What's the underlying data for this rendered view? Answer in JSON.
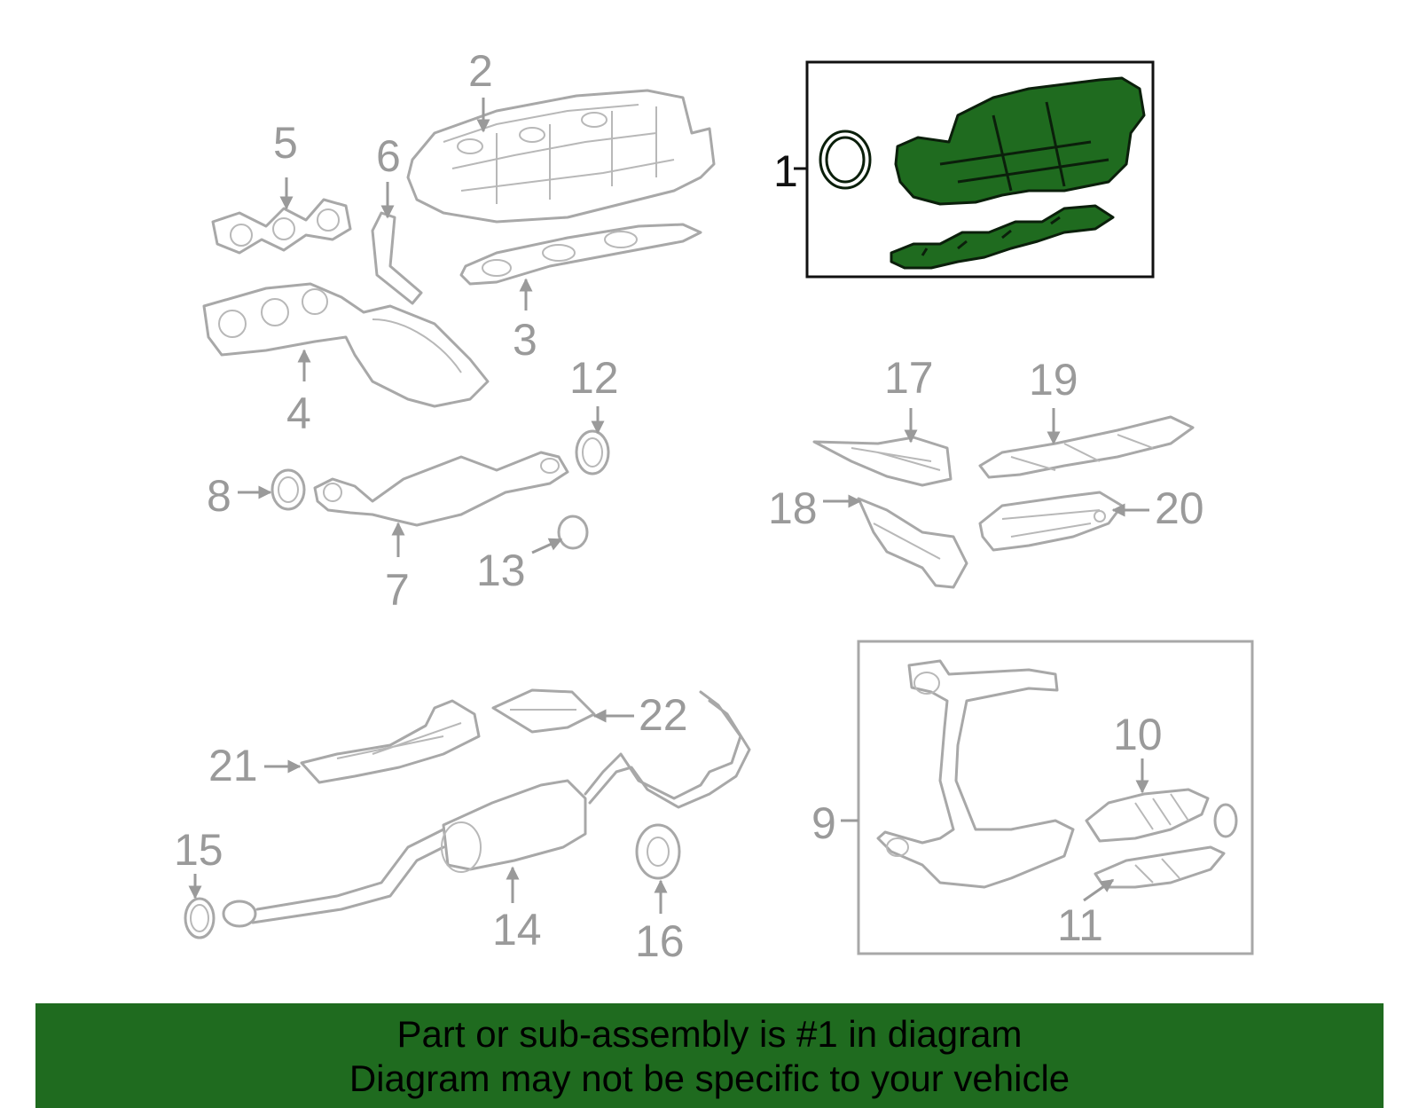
{
  "callouts": {
    "c1": "1",
    "c2": "2",
    "c3": "3",
    "c4": "4",
    "c5": "5",
    "c6": "6",
    "c7": "7",
    "c8": "8",
    "c9": "9",
    "c10": "10",
    "c11": "11",
    "c12": "12",
    "c13": "13",
    "c14": "14",
    "c15": "15",
    "c16": "16",
    "c17": "17",
    "c18": "18",
    "c19": "19",
    "c20": "20",
    "c21": "21",
    "c22": "22"
  },
  "banner": {
    "line1": "Part or sub-assembly is #1 in diagram",
    "line2": "Diagram may not be specific to your vehicle",
    "background_color": "#1f6b1f"
  },
  "colors": {
    "highlight_part": "#1f6b1f",
    "part_outline": "#a8a8a8",
    "callout_text": "#9a9a9a"
  }
}
